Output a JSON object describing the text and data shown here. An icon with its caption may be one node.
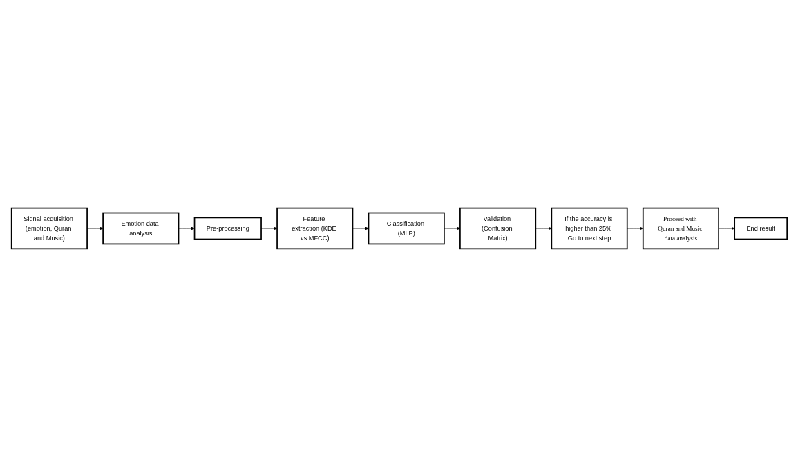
{
  "diagram": {
    "nodes": [
      {
        "text": [
          "Signal acquisition (emotion, Quran and Music)"
        ]
      },
      {
        "text": [
          "Emotion data analysis"
        ]
      },
      {
        "text": [
          "Pre-processing"
        ]
      },
      {
        "text": [
          "Feature extraction (KDE vs MFCC)"
        ]
      },
      {
        "text": [
          "Classification (MLP)"
        ]
      },
      {
        "text": [
          "Validation (Confusion Matrix)"
        ]
      },
      {
        "text": [
          "If the accuracy is higher than 25% Go to next step"
        ]
      },
      {
        "text": [
          "Proceed with Quran and Music data analysis"
        ]
      },
      {
        "text": [
          "End result"
        ]
      }
    ],
    "edges": [
      {
        "from": 0,
        "to": 1,
        "arrow": "to"
      },
      {
        "from": 1,
        "to": 2,
        "arrow": "to"
      },
      {
        "from": 2,
        "to": 3,
        "arrow": "to"
      },
      {
        "from": 3,
        "to": 4,
        "arrow": "to"
      },
      {
        "from": 4,
        "to": 5,
        "arrow": "to"
      },
      {
        "from": 5,
        "to": 6,
        "arrow": "to"
      },
      {
        "from": 6,
        "to": 7,
        "arrow": "to"
      },
      {
        "from": 7,
        "to": 8,
        "arrow": "to"
      }
    ]
  }
}
